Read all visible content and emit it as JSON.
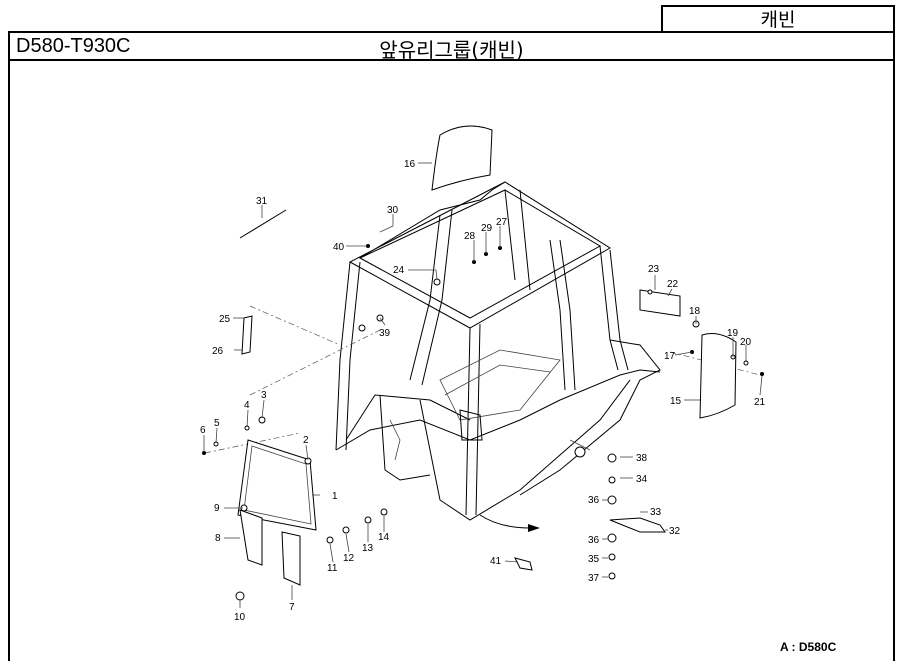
{
  "header": {
    "tag": "캐빈",
    "model": "D580-T930C",
    "title": "앞유리그룹(캐빈)"
  },
  "callouts": {
    "c1": "1",
    "c2": "2",
    "c3": "3",
    "c4": "4",
    "c5": "5",
    "c6": "6",
    "c7": "7",
    "c8": "8",
    "c9": "9",
    "c10": "10",
    "c11": "11",
    "c12": "12",
    "c13": "13",
    "c14": "14",
    "c15": "15",
    "c16": "16",
    "c17": "17",
    "c18": "18",
    "c19": "19",
    "c20": "20",
    "c21": "21",
    "c22": "22",
    "c23": "23",
    "c24": "24",
    "c25": "25",
    "c26": "26",
    "c27": "27",
    "c28": "28",
    "c29": "29",
    "c30": "30",
    "c31": "31",
    "c32": "32",
    "c33": "33",
    "c34": "34",
    "c35": "35",
    "c36a": "36",
    "c36b": "36",
    "c37": "37",
    "c38": "38",
    "c39": "39",
    "c40": "40",
    "c41": "41"
  },
  "footnote": "A : D580C"
}
